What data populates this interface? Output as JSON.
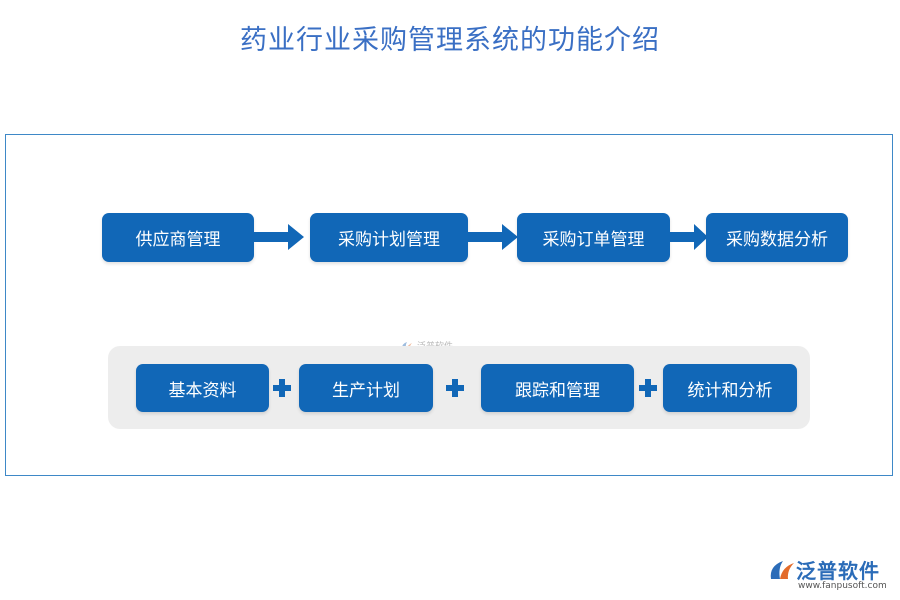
{
  "title": "药业行业采购管理系统的功能介绍",
  "flow": {
    "steps": [
      "供应商管理",
      "采购计划管理",
      "采购订单管理",
      "采购数据分析"
    ]
  },
  "features": {
    "items": [
      "基本资料",
      "生产计划",
      "跟踪和管理",
      "统计和分析"
    ]
  },
  "watermark": {
    "text": "泛普软件"
  },
  "logo": {
    "name": "泛普软件",
    "url": "www.fanpusoft.com"
  },
  "colors": {
    "box": "#1167b7",
    "title": "#3a6fc4",
    "frame": "#3e88c7",
    "band": "#ededed"
  }
}
